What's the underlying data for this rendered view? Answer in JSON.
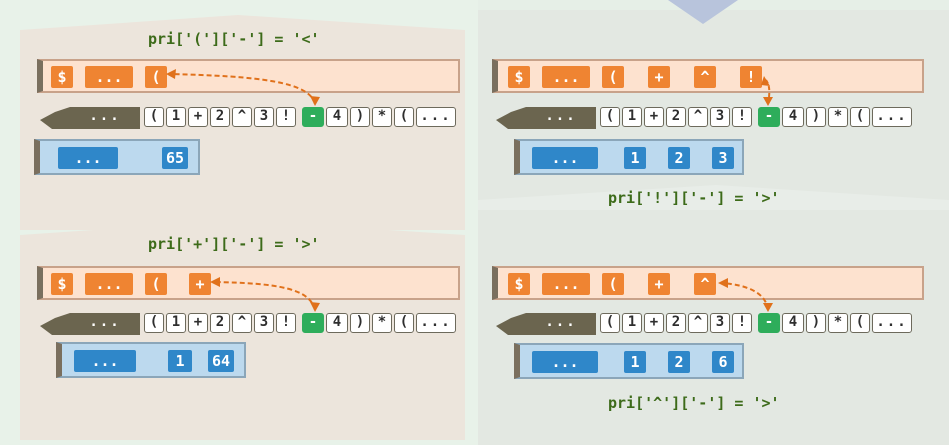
{
  "colors": {
    "operator_fill": "#ef8432",
    "operand_fill": "#2f87c9",
    "current_token": "#2ead5b",
    "arrow": "#e0711b",
    "label_text": "#3d6b1a"
  },
  "tape_tokens": [
    "...",
    "(",
    "1",
    "+",
    "2",
    "^",
    "3",
    "!",
    "-",
    "4",
    ")",
    "*",
    "(",
    "..."
  ],
  "panels": [
    {
      "label": "pri['(']['-'] = '<'",
      "operators": [
        "$",
        "...",
        "("
      ],
      "operands": [
        "...",
        "65"
      ]
    },
    {
      "label": "pri['+']['-'] = '>'",
      "operators": [
        "$",
        "...",
        "(",
        "+"
      ],
      "operands": [
        "...",
        "1",
        "64"
      ]
    },
    {
      "label": "pri['!']['-'] = '>'",
      "operators": [
        "$",
        "...",
        "(",
        "+",
        "^",
        "!"
      ],
      "operands": [
        "...",
        "1",
        "2",
        "3"
      ]
    },
    {
      "label": "pri['^']['-'] = '>'",
      "operators": [
        "$",
        "...",
        "(",
        "+",
        "^"
      ],
      "operands": [
        "...",
        "1",
        "2",
        "6"
      ]
    }
  ]
}
